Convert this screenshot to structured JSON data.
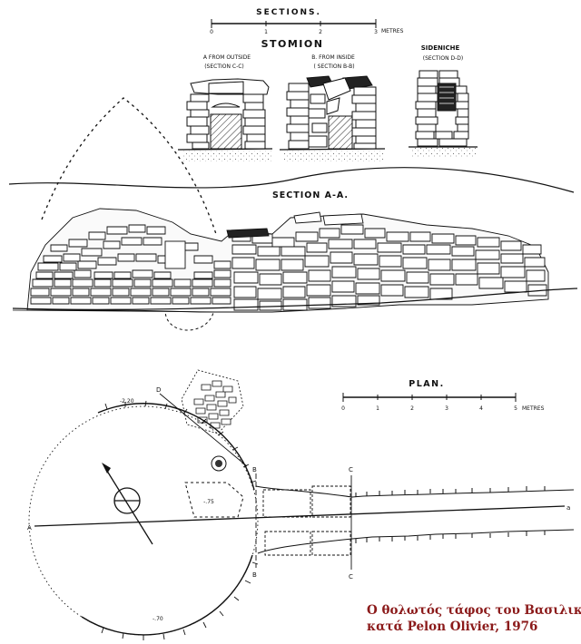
{
  "top_title": "SECTIONS.",
  "top_scale_unit": "METRES",
  "top_scale_ticks": [
    "0",
    "1",
    "2",
    "3"
  ],
  "stomion_label": "STOMION",
  "view_a_label": "A FROM OUTSIDE",
  "view_a_sub": "(SECTION C-C)",
  "view_b_label": "B. FROM INSIDE",
  "view_b_sub": "( SECTION B-B)",
  "sideniche_label": "SIDENICHE",
  "sideniche_sub": "(SECTION D-D)",
  "section_aa_label": "SECTION A-A.",
  "plan_label": "PLAN.",
  "plan_scale_unit": "METRES",
  "plan_scale_ticks": [
    "0",
    "1",
    "2",
    "3",
    "4",
    "5"
  ],
  "plan_marks": {
    "a_left": "A",
    "a_right": "a",
    "b_top": "B",
    "b_bottom": "B",
    "c_top": "C",
    "c_bottom": "C",
    "d_top": "D",
    "lvl_top": "-2.20",
    "lvl_inner": "-.75",
    "lvl_bottom": "-.70"
  },
  "caption": {
    "line1": "Ο θολωτός τάφος του Βασιλικού",
    "line2": "κατά Pelon Olivier, 1976"
  }
}
